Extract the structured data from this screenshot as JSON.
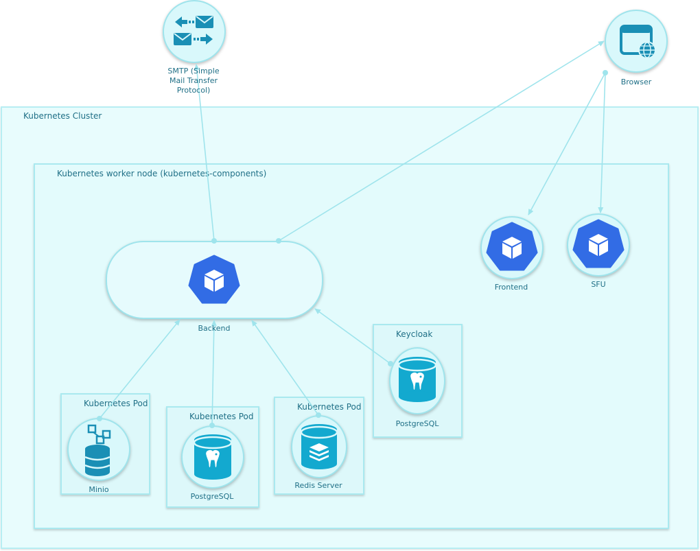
{
  "colors": {
    "edge": "#9fe4ec",
    "k8s_blue": "#326ce5",
    "icon_teal": "#1a8fb5",
    "db_teal": "#13a9cf"
  },
  "cluster": {
    "label": "Kubernetes Cluster"
  },
  "worker_node": {
    "label": "Kubernetes worker node (kubernetes-components)"
  },
  "external": {
    "smtp": {
      "label": "SMTP (Simple Mail Transfer Protocol)",
      "icon": "mail-exchange-icon"
    },
    "browser": {
      "label": "Browser",
      "icon": "browser-globe-icon"
    }
  },
  "services": {
    "backend": {
      "label": "Backend",
      "icon": "kubernetes-pod-icon"
    },
    "frontend": {
      "label": "Frontend",
      "icon": "kubernetes-pod-icon"
    },
    "sfu": {
      "label": "SFU",
      "icon": "kubernetes-pod-icon"
    }
  },
  "pods": {
    "minio": {
      "group_label": "Kubernetes Pod",
      "label": "Minio",
      "icon": "object-storage-icon"
    },
    "postgres": {
      "group_label": "Kubernetes Pod",
      "label": "PostgreSQL",
      "icon": "postgresql-icon"
    },
    "redis": {
      "group_label": "Kubernetes Pod",
      "label": "Redis Server",
      "icon": "redis-icon"
    },
    "keycloak": {
      "group_label": "Keycloak",
      "label": "PostgreSQL",
      "icon": "postgresql-icon"
    }
  }
}
